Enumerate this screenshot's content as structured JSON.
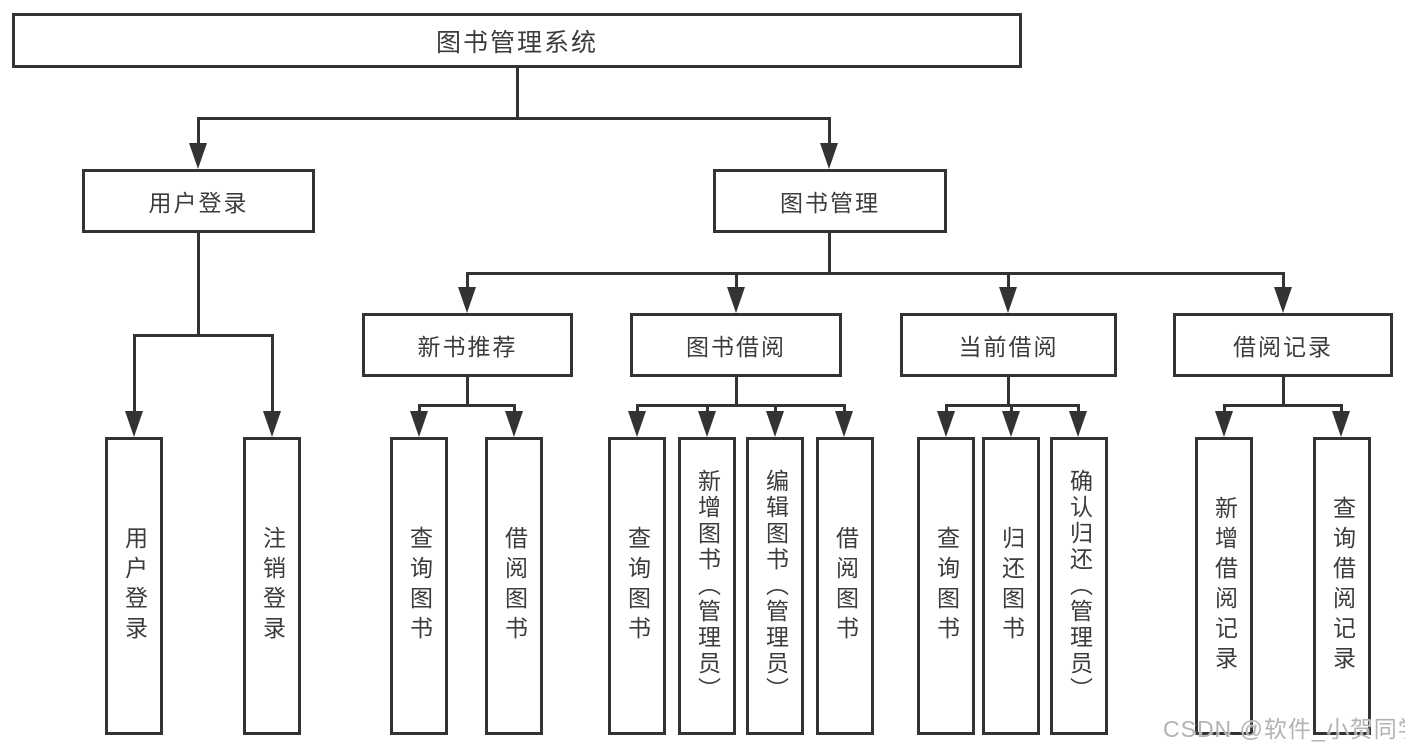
{
  "colors": {
    "background": "#ffffff",
    "line": "#333333",
    "box_border": "#333333",
    "box_fill": "#ffffff",
    "text": "#3c3c3c",
    "watermark": "#b3b3b3"
  },
  "tree": {
    "label": "图书管理系统",
    "children": [
      {
        "label": "用户登录",
        "children": [
          {
            "label": "用户登录"
          },
          {
            "label": "注销登录"
          }
        ]
      },
      {
        "label": "图书管理",
        "children": [
          {
            "label": "新书推荐",
            "children": [
              {
                "label": "查询图书"
              },
              {
                "label": "借阅图书"
              }
            ]
          },
          {
            "label": "图书借阅",
            "children": [
              {
                "label": "查询图书"
              },
              {
                "label": "新增图书（管理员）"
              },
              {
                "label": "编辑图书（管理员）"
              },
              {
                "label": "借阅图书"
              }
            ]
          },
          {
            "label": "当前借阅",
            "children": [
              {
                "label": "查询图书"
              },
              {
                "label": "归还图书"
              },
              {
                "label": "确认归还（管理员）"
              }
            ]
          },
          {
            "label": "借阅记录",
            "children": [
              {
                "label": "新增借阅记录"
              },
              {
                "label": "查询借阅记录"
              }
            ]
          }
        ]
      }
    ]
  },
  "watermark": {
    "text": "CSDN @软件_小贺同学"
  }
}
